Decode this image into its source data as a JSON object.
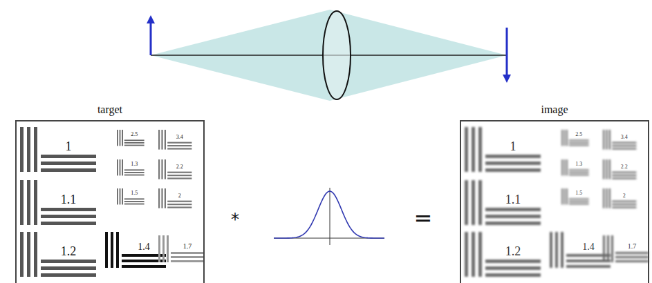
{
  "diagram": {
    "nodes": [
      {
        "text": [
          "target"
        ]
      },
      {
        "text": [
          "image"
        ]
      }
    ],
    "labels": [
      "*",
      "=",
      "1",
      "2.5",
      "3.4",
      "1.3",
      "2.2",
      "1.1",
      "1.5",
      "2",
      "1.2",
      "1.4",
      "1.7",
      "1",
      "2.5",
      "3.4",
      "1.3",
      "2.2",
      "1.1",
      "1.5",
      "2",
      "1.2",
      "1.4",
      "1.7"
    ]
  }
}
